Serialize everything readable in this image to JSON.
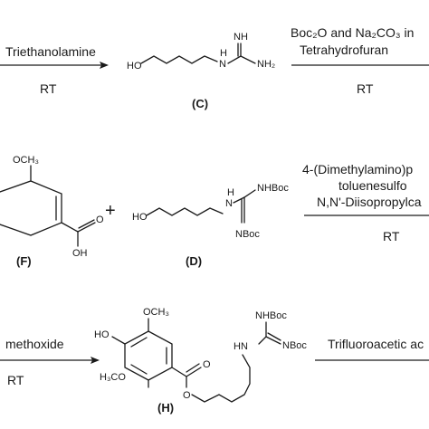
{
  "row1": {
    "reagent_left": "Triethanolamine",
    "cond_left": "RT",
    "compound_C": {
      "atoms": [
        "HO",
        "H",
        "N",
        "NH",
        "NH₂"
      ],
      "label": "(C)"
    },
    "reagent_right_line1": "Boc₂O and Na₂CO₃ in",
    "reagent_right_line2": "Tetrahydrofuran",
    "cond_right": "RT"
  },
  "row2": {
    "compound_F": {
      "atoms": [
        "OCH₃",
        "O",
        "OH"
      ],
      "label": "(F)"
    },
    "plus": "+",
    "compound_D": {
      "atoms": [
        "HO",
        "H",
        "N",
        "NHBoc",
        "NBoc"
      ],
      "label": "(D)"
    },
    "reagent_line1": "4-(Dimethylamino)p",
    "reagent_line2": "toluenesulfo",
    "reagent_line3": "N,N'-Diisopropylca",
    "cond": "RT"
  },
  "row3": {
    "reagent_left": "methoxide",
    "cond_left": "RT",
    "compound_H": {
      "atoms": [
        "OCH₃",
        "HO",
        "H₃CO",
        "O",
        "O",
        "HN",
        "NHBoc",
        "NBoc"
      ],
      "label": "(H)"
    },
    "reagent_right": "Trifluoroacetic ac"
  }
}
